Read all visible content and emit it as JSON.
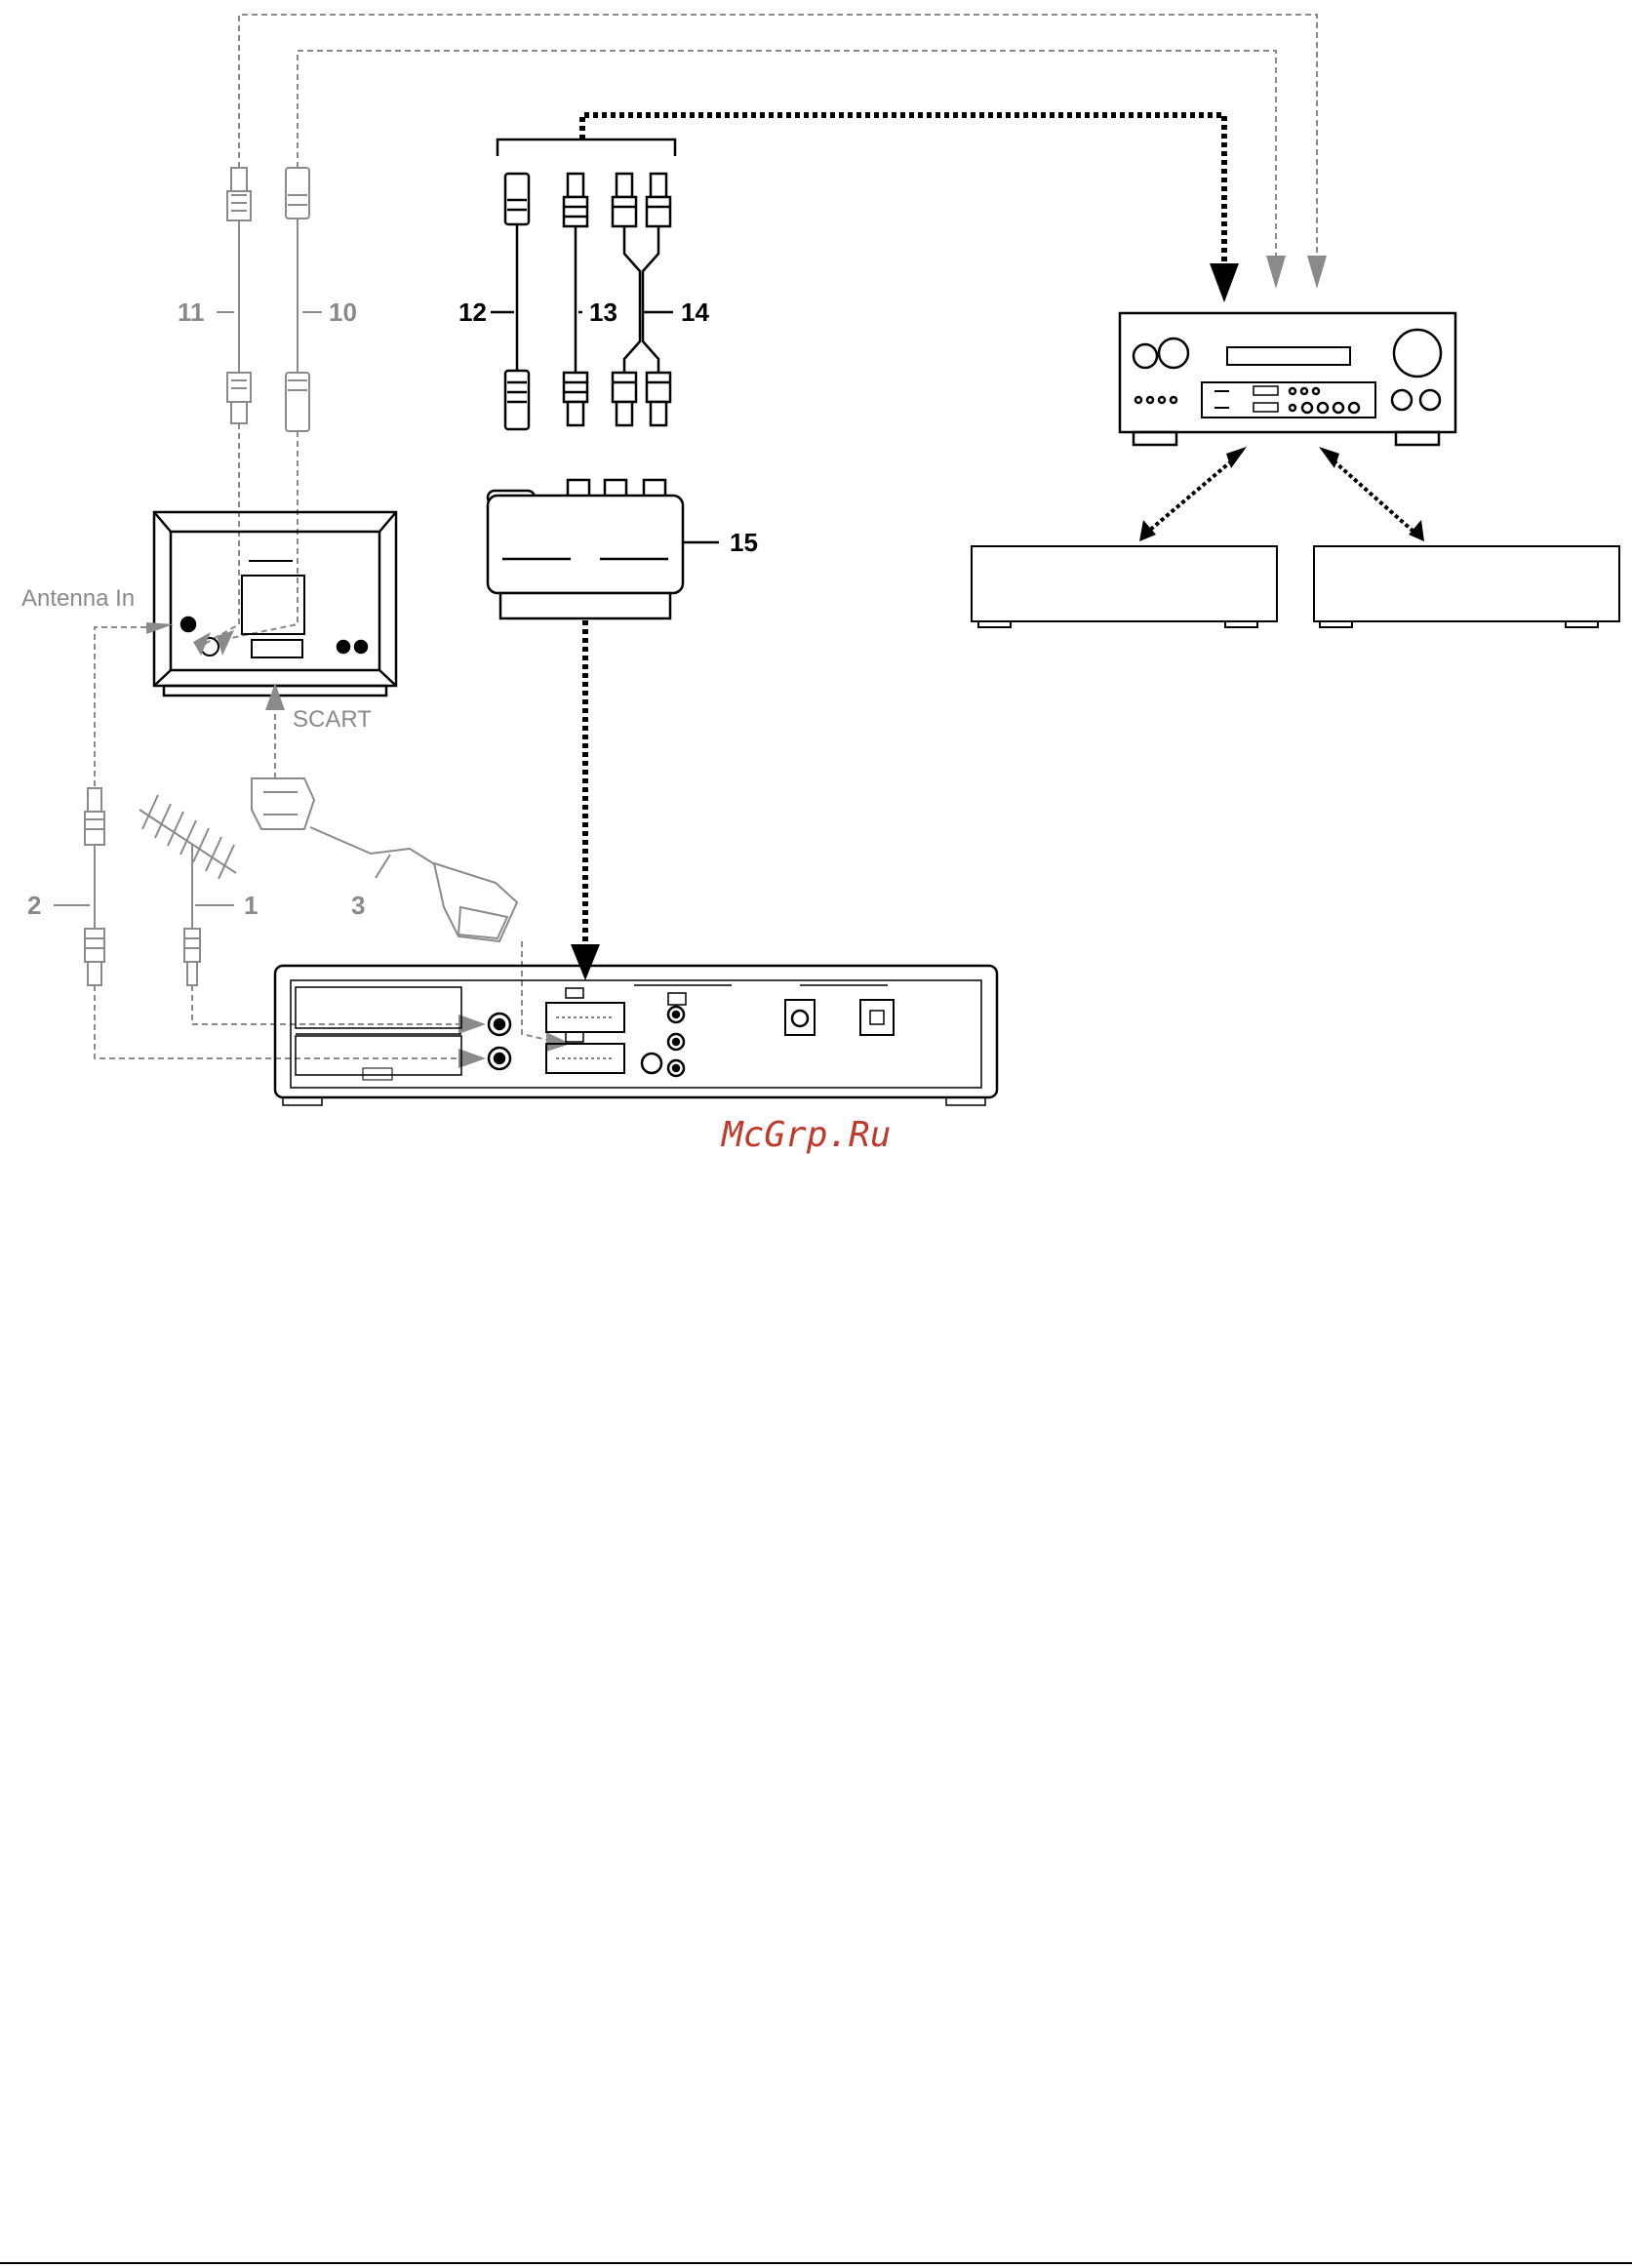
{
  "labels": {
    "antenna_in": "Antenna In",
    "scart": "SCART",
    "n1": "1",
    "n2": "2",
    "n3": "3",
    "n10": "10",
    "n11": "11",
    "n12": "12",
    "n13": "13",
    "n14": "14",
    "n15": "15"
  },
  "watermark": "McGrp.Ru",
  "colors": {
    "grey_line": "#8a8a8a",
    "black_line": "#000000",
    "watermark": "#c0392b"
  }
}
